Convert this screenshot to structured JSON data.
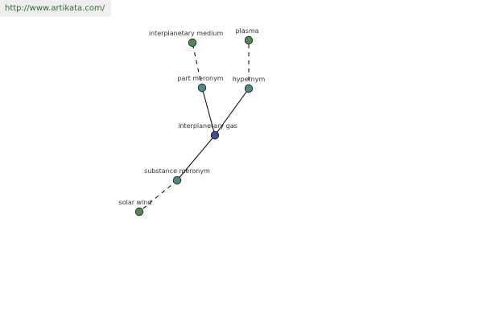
{
  "banner": {
    "url": "http://www.artikata.com/"
  },
  "colors": {
    "center_node": "#3c4d8f",
    "relation_node": "#4d8a87",
    "term_node": "#4f8a4f",
    "node_stroke": "#1a1a1a",
    "edge": "#000000",
    "banner_text": "#2d6a2d"
  },
  "graph": {
    "nodes": [
      {
        "id": "interplanetary-gas",
        "label": "interplanetary gas",
        "kind": "center"
      },
      {
        "id": "part-meronym",
        "label": "part meronym",
        "kind": "relation"
      },
      {
        "id": "hypernym",
        "label": "hypernym",
        "kind": "relation"
      },
      {
        "id": "substance-meronym",
        "label": "substance meronym",
        "kind": "relation"
      },
      {
        "id": "interplanetary-medium",
        "label": "interplanetary medium",
        "kind": "term"
      },
      {
        "id": "plasma",
        "label": "plasma",
        "kind": "term"
      },
      {
        "id": "solar-wind",
        "label": "solar wind",
        "kind": "term"
      }
    ],
    "edges": [
      {
        "from": "interplanetary-gas",
        "to": "part-meronym",
        "style": "solid"
      },
      {
        "from": "interplanetary-gas",
        "to": "hypernym",
        "style": "solid"
      },
      {
        "from": "interplanetary-gas",
        "to": "substance-meronym",
        "style": "solid"
      },
      {
        "from": "part-meronym",
        "to": "interplanetary-medium",
        "style": "dashed"
      },
      {
        "from": "hypernym",
        "to": "plasma",
        "style": "dashed"
      },
      {
        "from": "substance-meronym",
        "to": "solar-wind",
        "style": "dashed"
      }
    ]
  }
}
